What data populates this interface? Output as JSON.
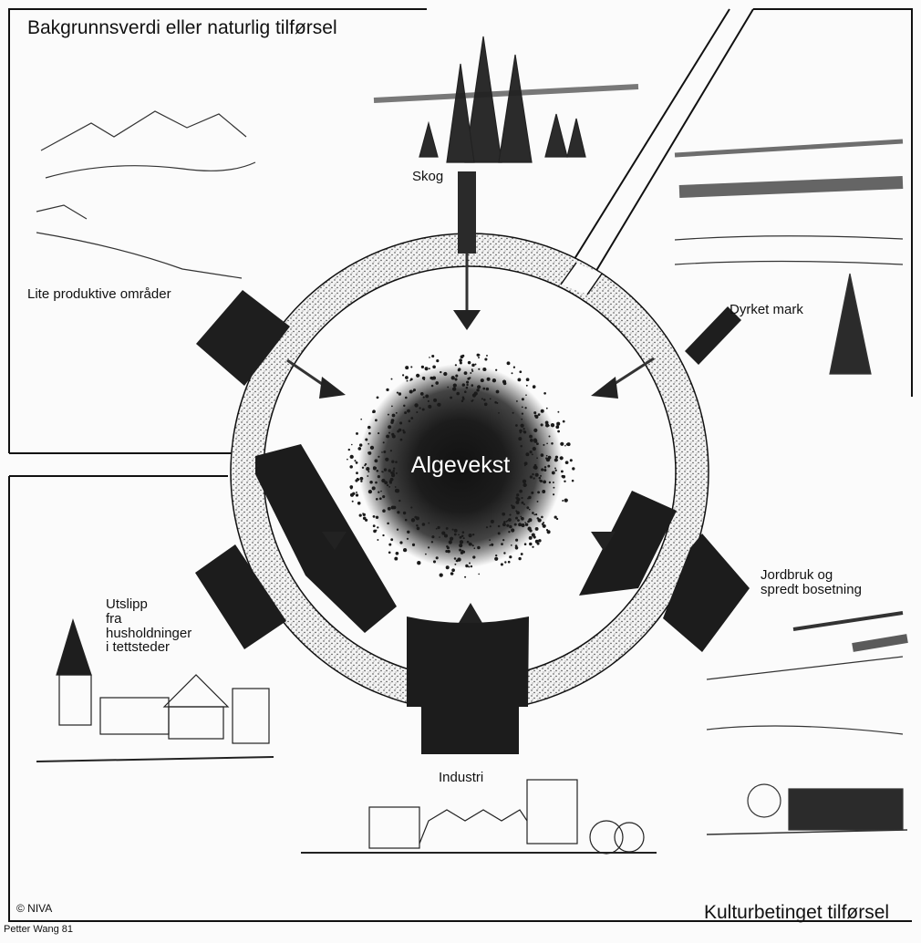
{
  "headings": {
    "top": "Bakgrunnsverdi eller naturlig tilførsel",
    "bottom": "Kulturbetinget tilførsel"
  },
  "center": "Algevekst",
  "sources": {
    "skog": "Skog",
    "lite_produktive": "Lite produktive områder",
    "dyrket_mark": "Dyrket mark",
    "utslipp": "Utslipp\nfra\nhusholdninger\ni tettsteder",
    "jordbruk": "Jordbruk og\nspredt bosetning",
    "industri": "Industri"
  },
  "credits": {
    "copyright": "© NIVA",
    "artist": "Petter Wang 81"
  }
}
